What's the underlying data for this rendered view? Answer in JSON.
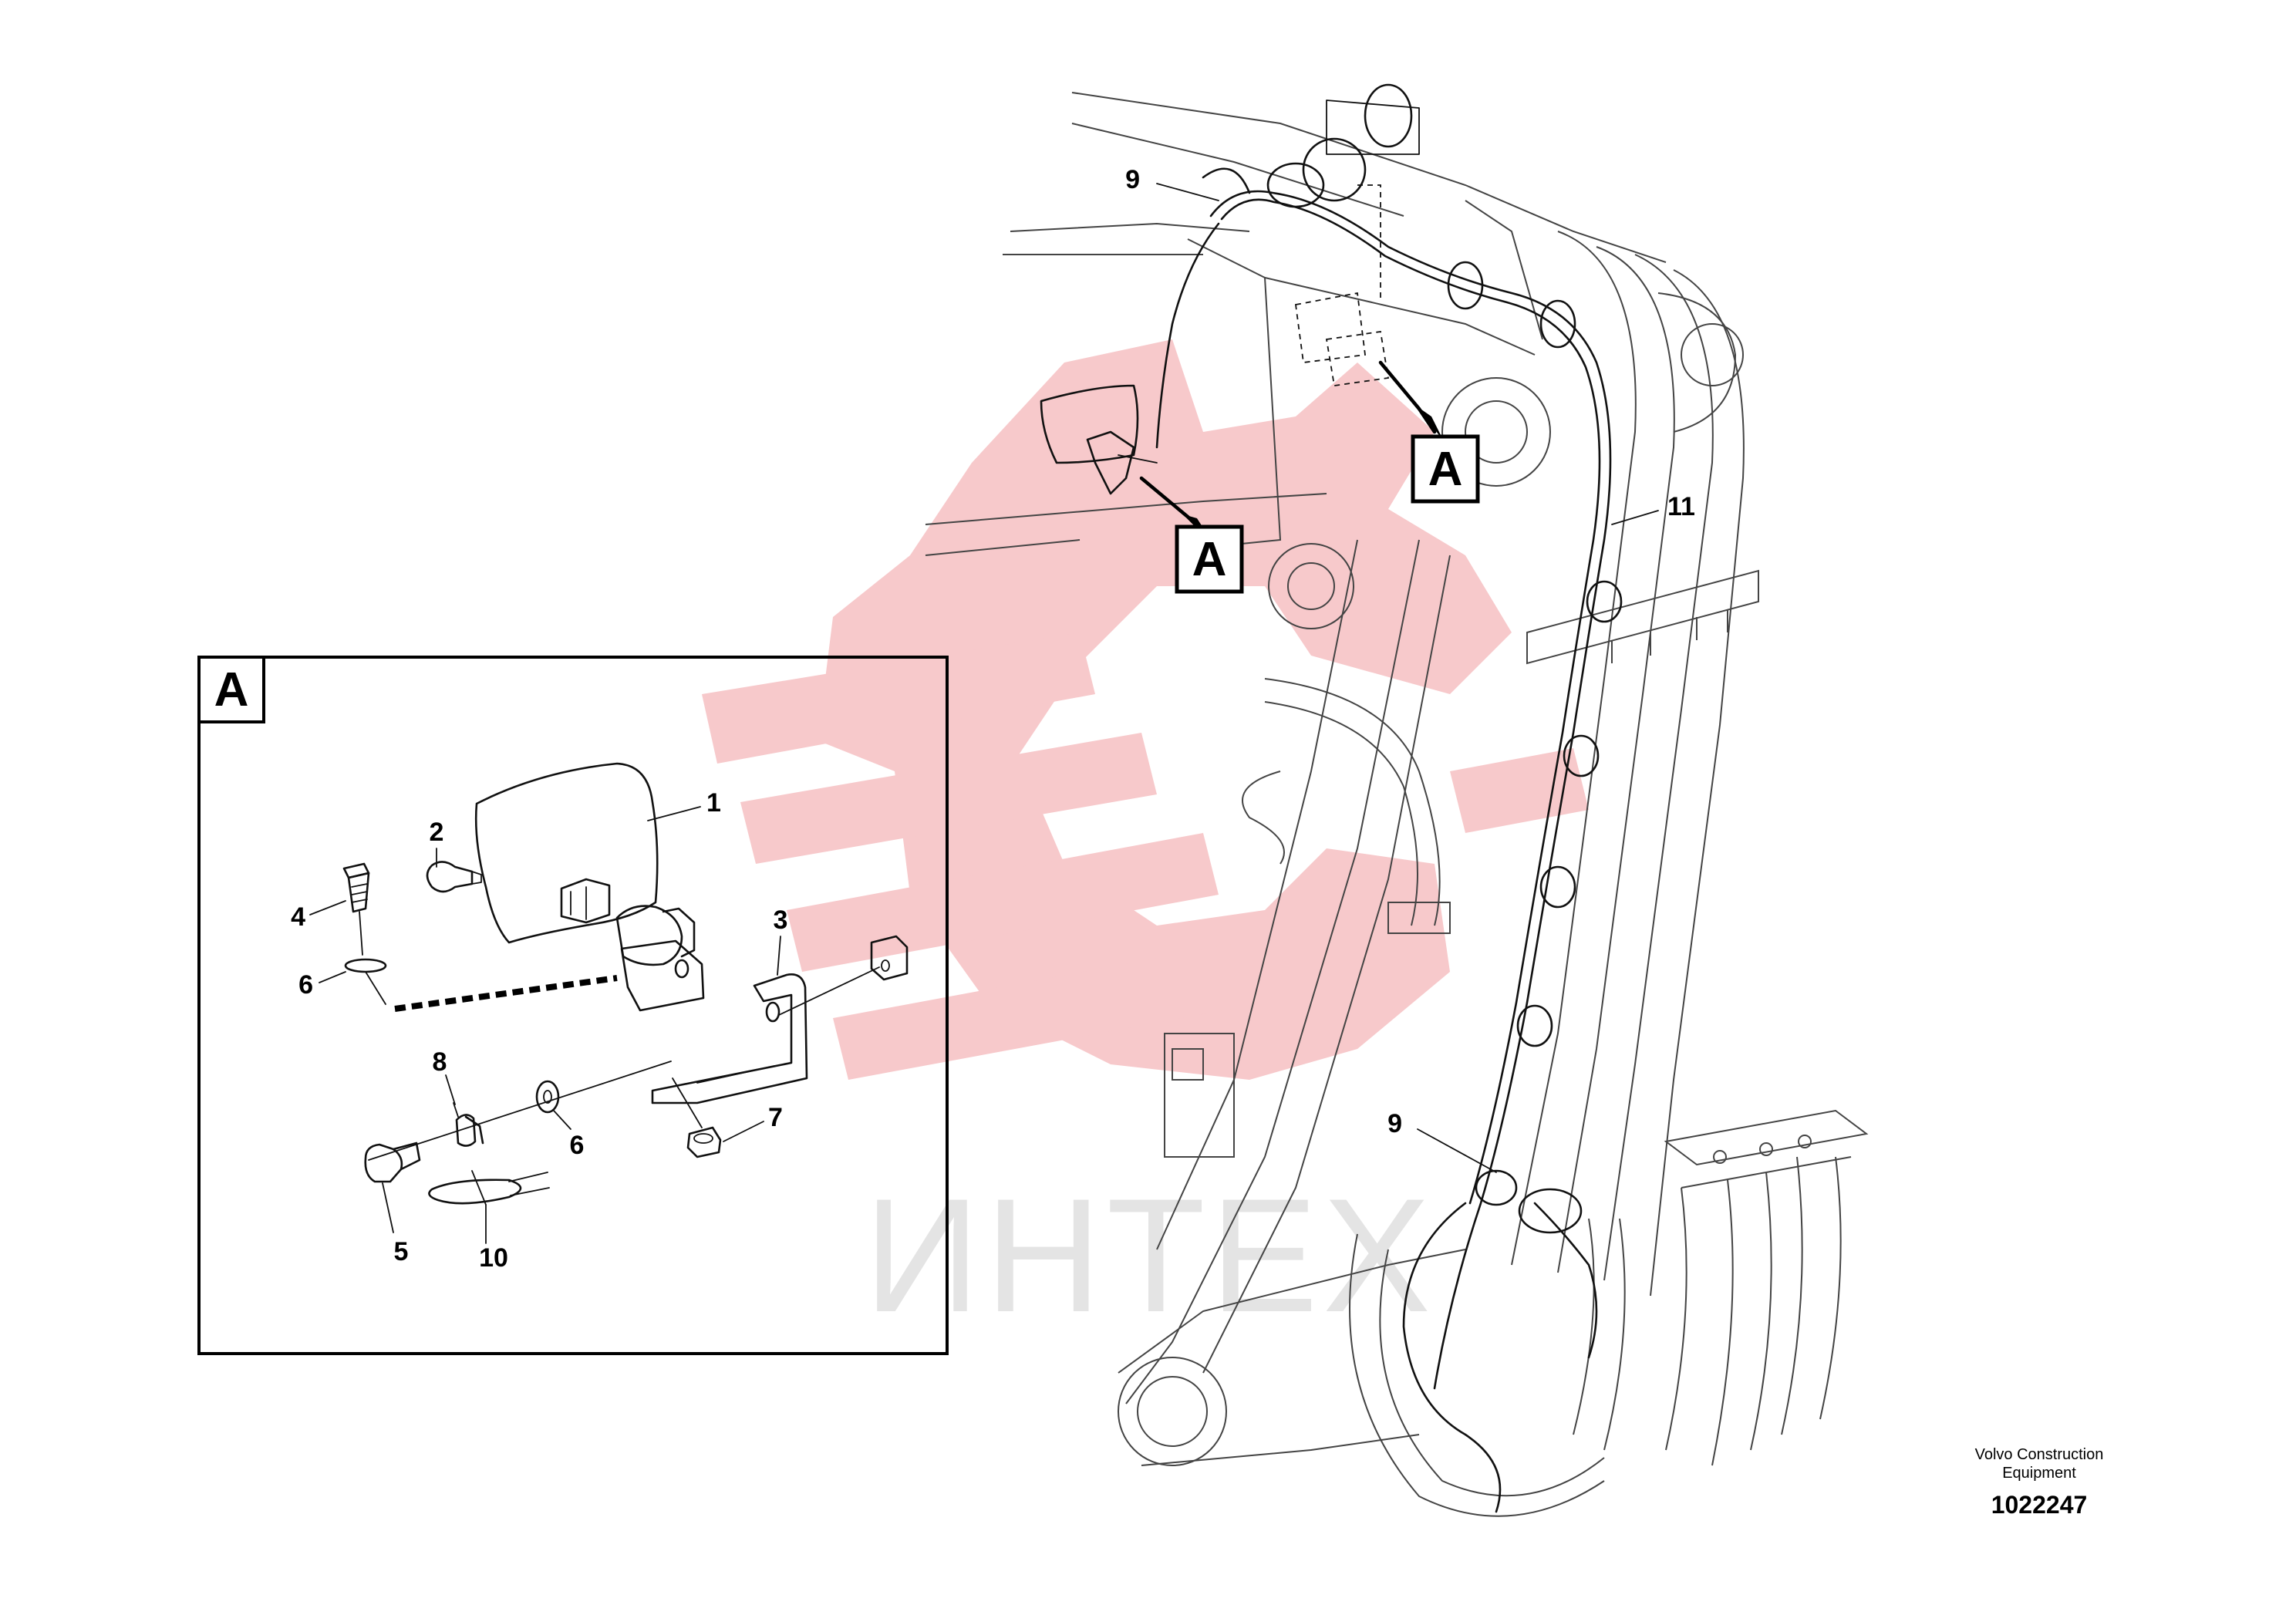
{
  "watermark": {
    "text": "ИНТЕХ",
    "color": "#f7c9cb"
  },
  "detail_view": {
    "letter": "A"
  },
  "view_markers": [
    {
      "letter": "A"
    },
    {
      "letter": "A"
    }
  ],
  "callouts": {
    "lamp": "1",
    "bulb": "2",
    "bracket": "3",
    "screw_upper": "4",
    "bolt_lower": "5",
    "washer_upper": "6",
    "washer_lower": "6",
    "nut": "7",
    "clip": "8",
    "tie_upper": "9",
    "tie_lower": "9",
    "cable_tie": "10",
    "harness": "11"
  },
  "footer": {
    "brand_line1": "Volvo Construction",
    "brand_line2": "Equipment",
    "doc_number": "1022247"
  }
}
